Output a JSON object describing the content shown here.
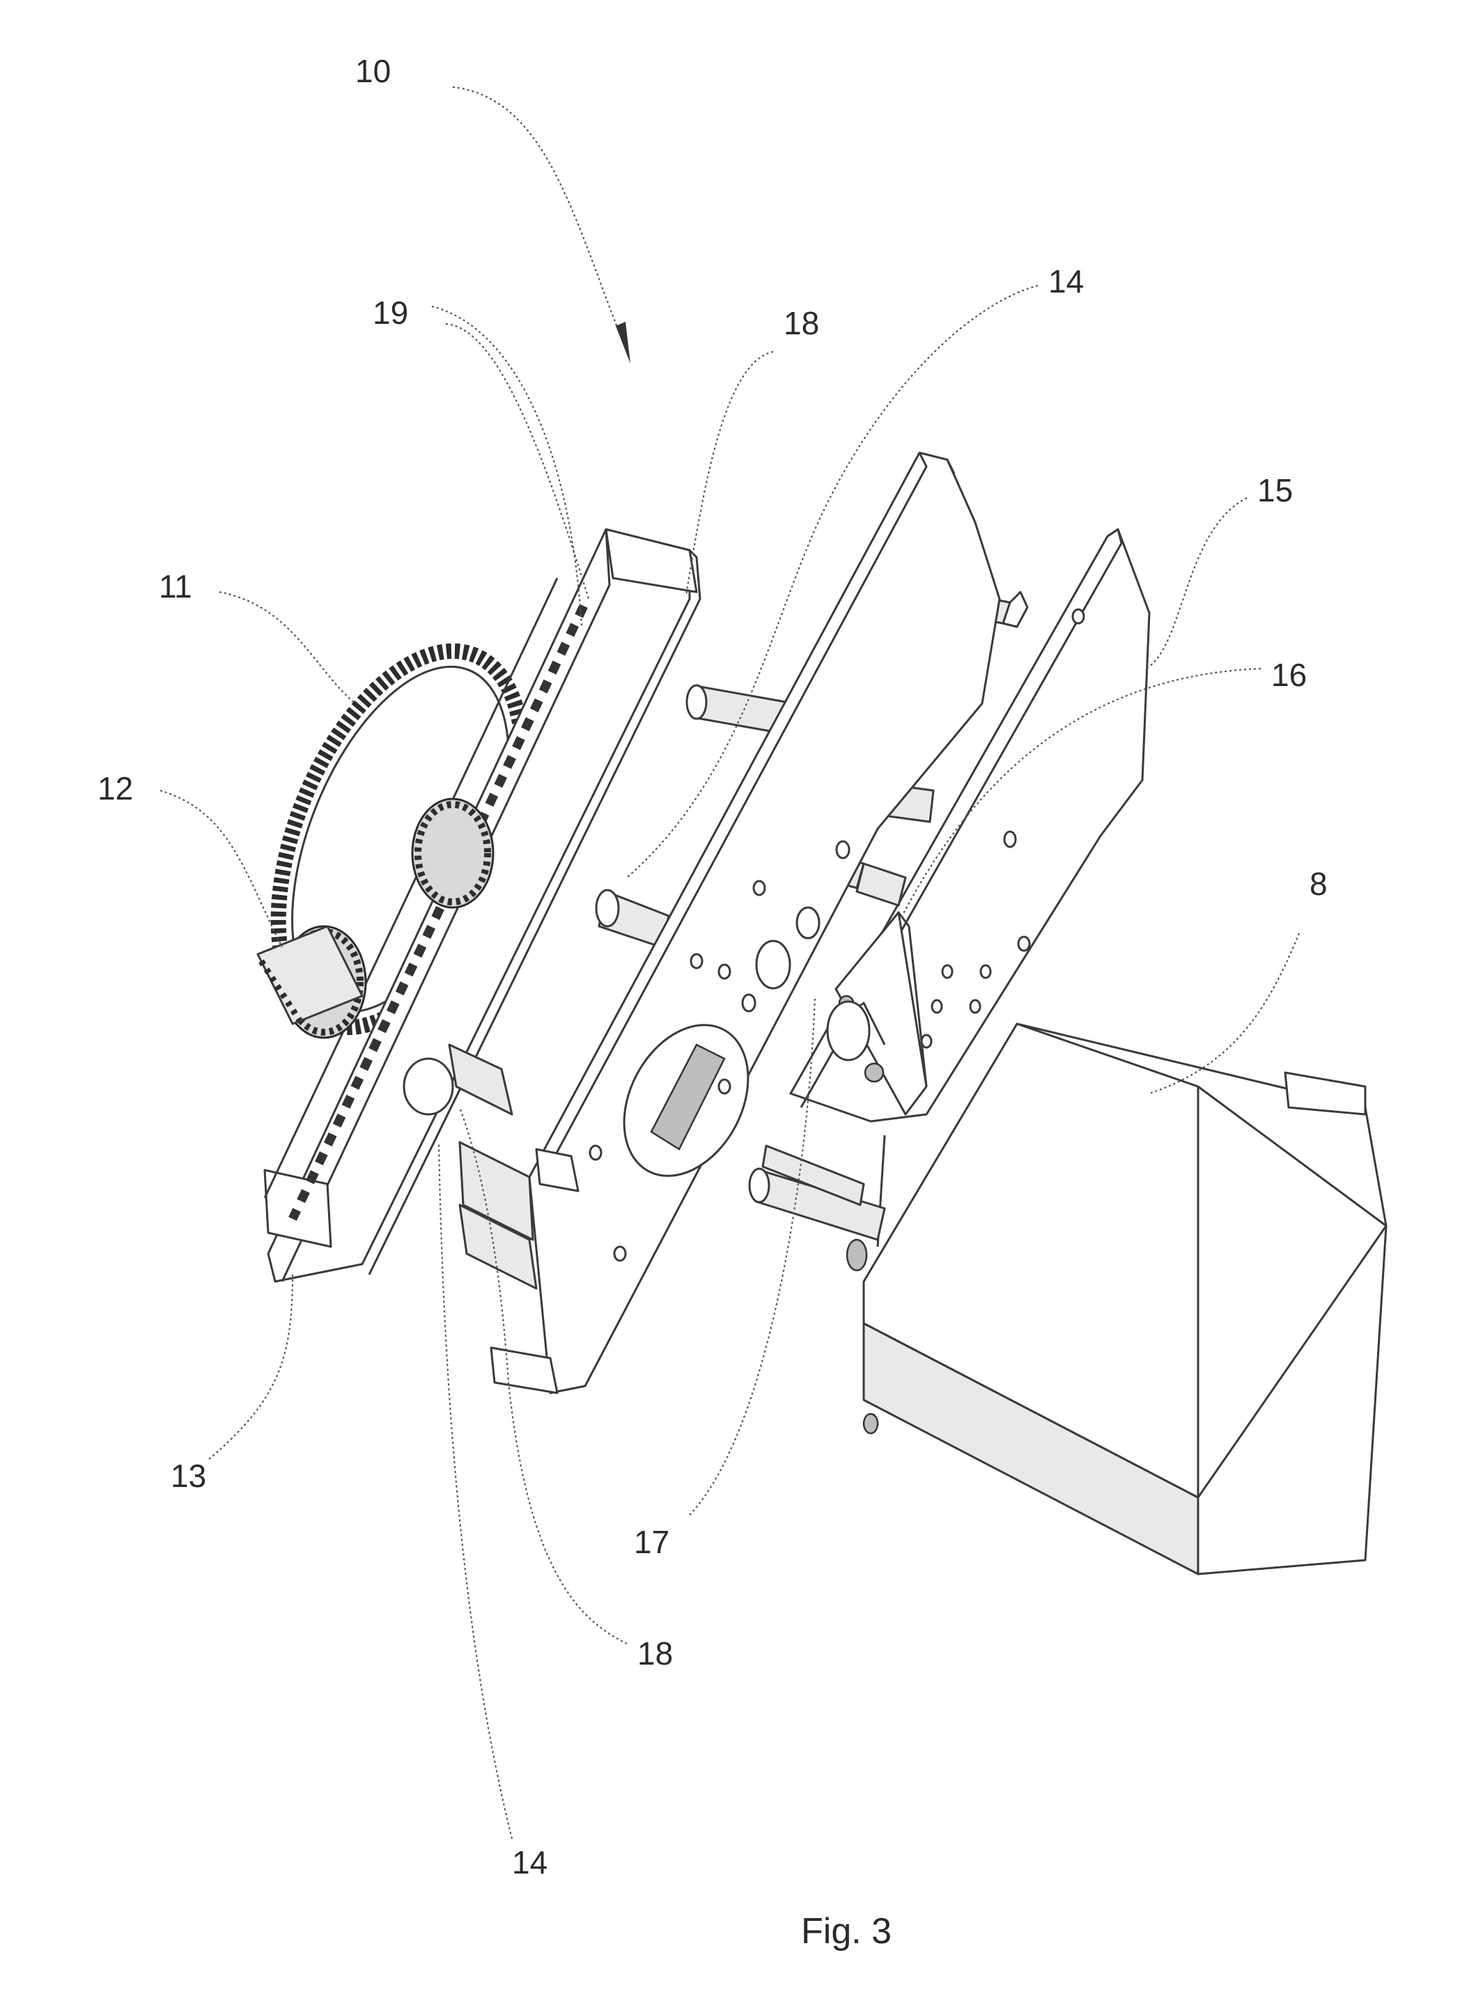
{
  "figure": {
    "caption": "Fig. 3",
    "reference_numerals": {
      "assembly": "10",
      "gear_large": "11",
      "pinion": "12",
      "rack_bottom": "13",
      "rod_top": "14",
      "rod_bottom": "14",
      "plate": "15",
      "pin": "16",
      "hole": "17",
      "slider_top": "18",
      "slider_bottom": "18",
      "rack_teeth": "19",
      "motor": "8"
    }
  }
}
